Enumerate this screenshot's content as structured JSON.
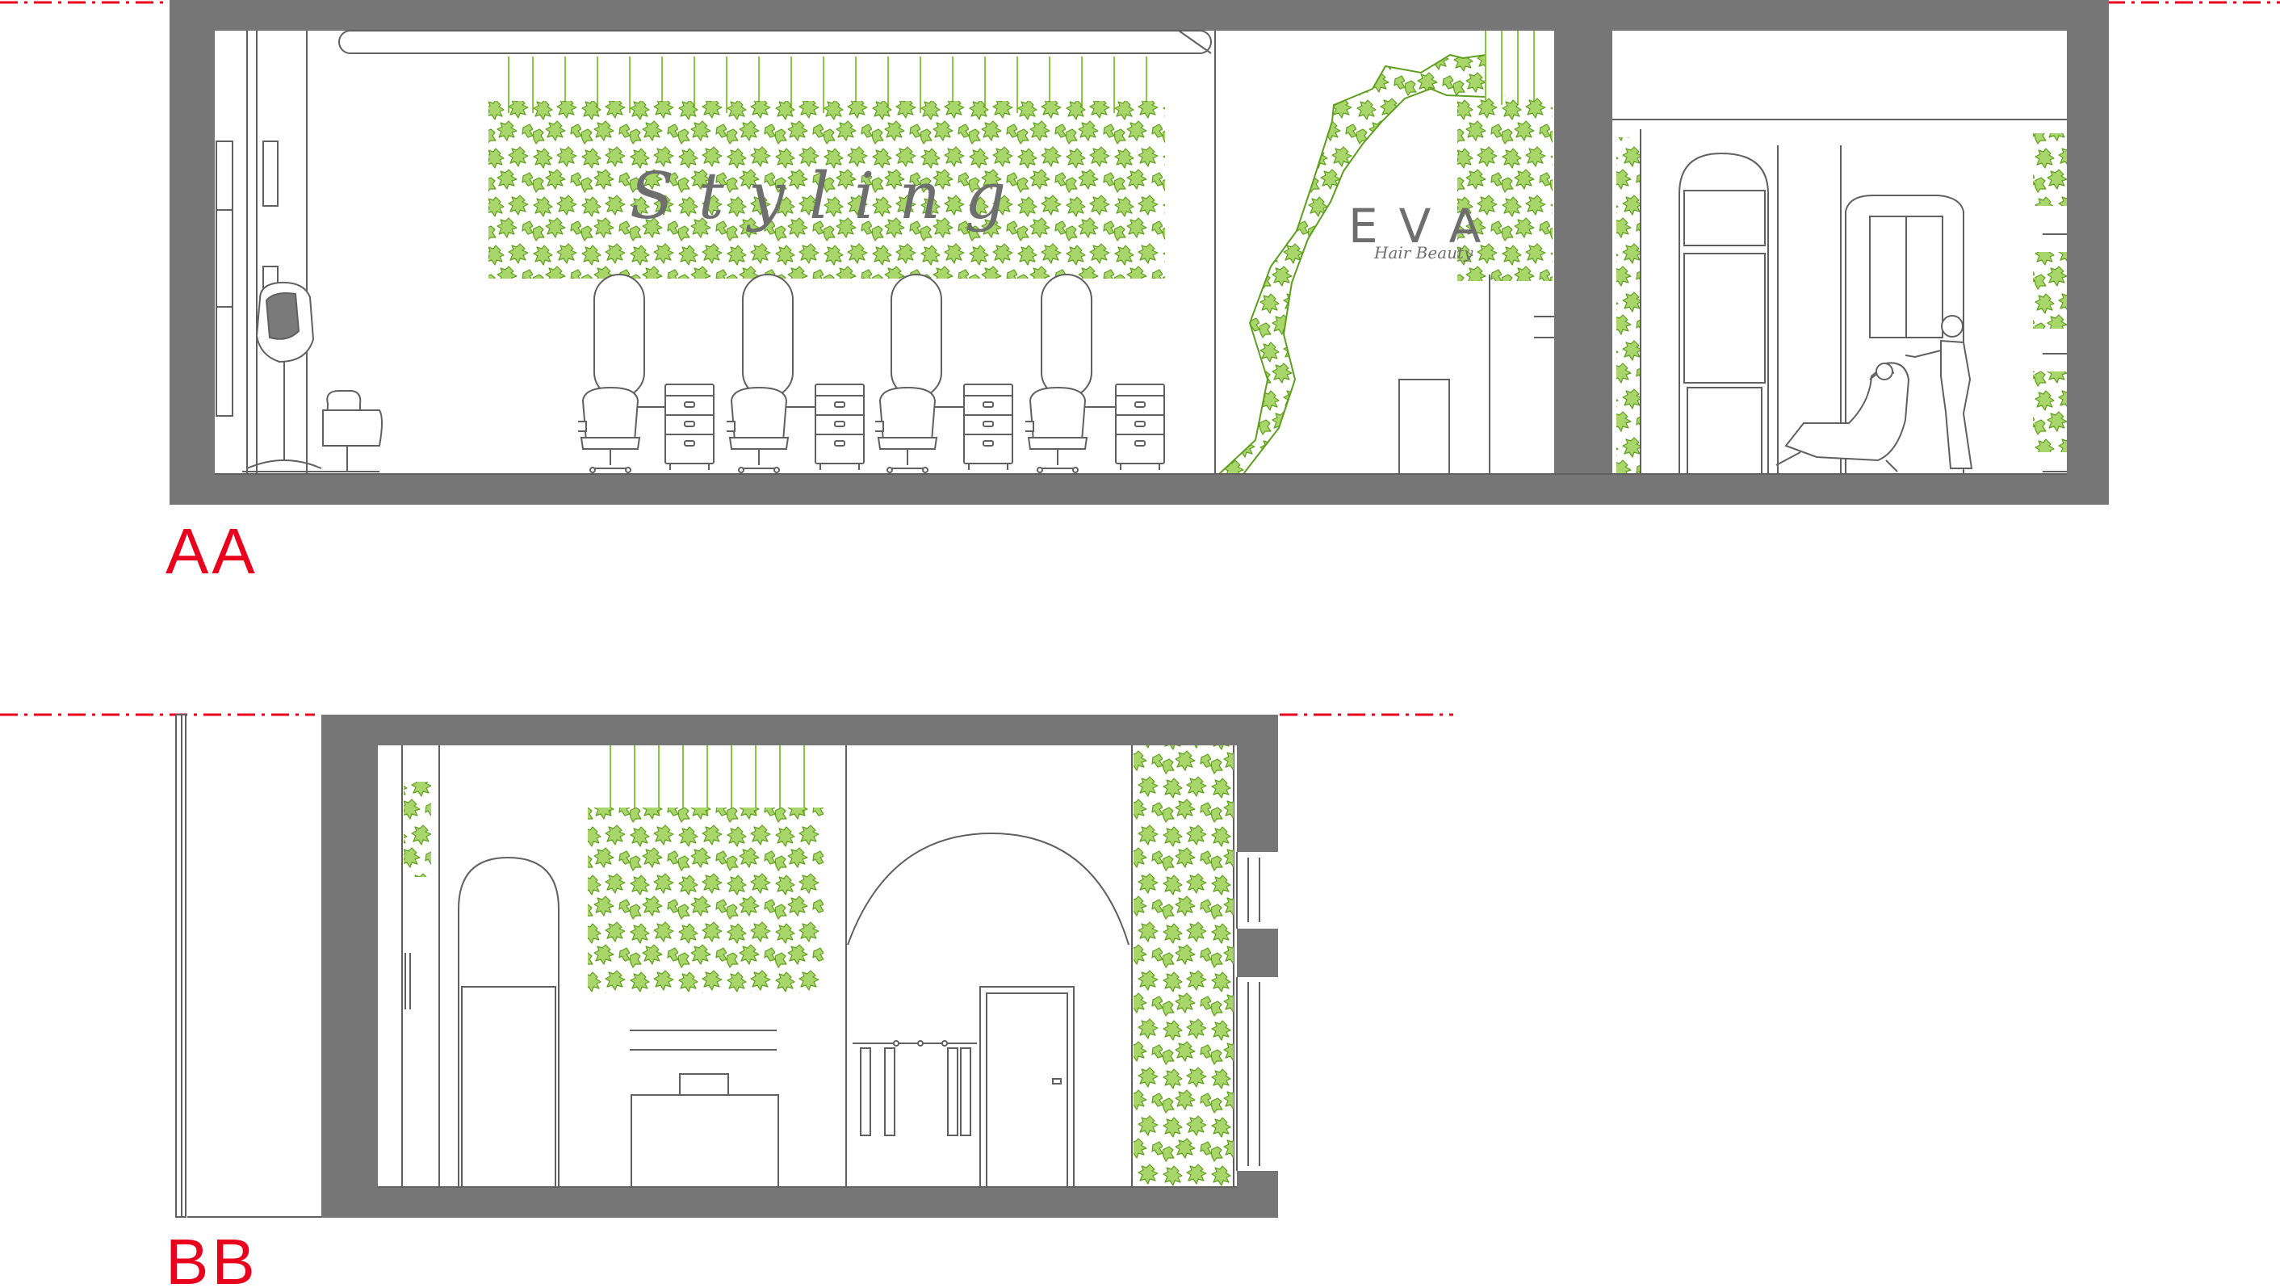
{
  "drawing": {
    "sections": [
      {
        "id": "AA",
        "label": "AA"
      },
      {
        "id": "BB",
        "label": "BB"
      }
    ],
    "signage": {
      "styling": "Styling",
      "brand": "EVA",
      "brand_subtitle": "Hair Beauty"
    },
    "colors": {
      "wall": "#767676",
      "line": "#606060",
      "plant": "#8cc63f",
      "plant_dark": "#5e9e1e",
      "section_mark": "#e8001c",
      "background": "#ffffff"
    },
    "icons": [
      "hanging-plant-wall-icon",
      "hair-dryer-icon",
      "salon-chair-icon",
      "mirror-icon",
      "trolley-icon",
      "door-icon",
      "clothes-rack-icon",
      "hairwash-chair-icon",
      "person-icon"
    ]
  }
}
